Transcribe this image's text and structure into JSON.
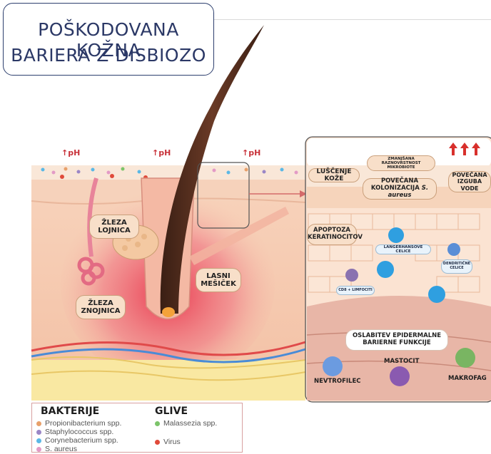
{
  "title": {
    "line1": "POŠKODOVANA KOŽNA",
    "line2": "BARIERA Z DISBIOZO"
  },
  "ph_marks": [
    "↑pH",
    "↑pH",
    "↑pH"
  ],
  "labels": {
    "lojnica": [
      "ŽLEZA",
      "LOJNICA"
    ],
    "znojnica": [
      "ŽLEZA",
      "ZNOJNICA"
    ],
    "folikel": [
      "LASNI",
      "MEŠIČEK"
    ]
  },
  "zoom": {
    "luscenje": "LUŠČENJE KOŽE",
    "mikrobiota": [
      "ZMANJŠANA RAZNOVRSTNOST",
      "MIKROBIOTE"
    ],
    "kolonizacija": [
      "POVEČANA",
      "KOLONIZACIJA"
    ],
    "kolonizacija_species": "S. aureus",
    "voda": [
      "POVEČANA",
      "IZGUBA VODE"
    ],
    "apoptoza": [
      "APOPTOZA",
      "KERATINOCITOV"
    ],
    "langerhans": "LANGERHANSOVE CELICE",
    "dendriticne": [
      "DENDRITIČNE",
      "CELICE"
    ],
    "cd8": "CD8 + LIMFOCITI",
    "oslabitev": [
      "OSLABITEV EPIDERMALNE",
      "BARIERNE FUNKCIJE"
    ],
    "mastocit": "MASTOCIT",
    "nevtrofilec": "NEVTROFILEC",
    "makrofag": "MAKROFAG"
  },
  "legend": {
    "bacteria_heading": "BAKTERIJE",
    "fungi_heading": "GLIVE",
    "bacteria": [
      {
        "name": "Propionibacterium spp.",
        "color": "#e8a06a"
      },
      {
        "name": "Staphylococcus spp.",
        "color": "#9a86c6"
      },
      {
        "name": "Corynebacterium spp.",
        "color": "#5bb8e6"
      },
      {
        "name": "S. aureus",
        "color": "#e39ac6"
      }
    ],
    "fungi": [
      {
        "name": "Malassezia spp.",
        "color": "#7cc46a"
      },
      {
        "name": "Virus",
        "color": "#e04a3a"
      }
    ]
  },
  "colors": {
    "accent": "#2b3866",
    "skin": "#f6cdb3",
    "inflammation": "#e8334a",
    "hair": "#4a2a1c"
  }
}
